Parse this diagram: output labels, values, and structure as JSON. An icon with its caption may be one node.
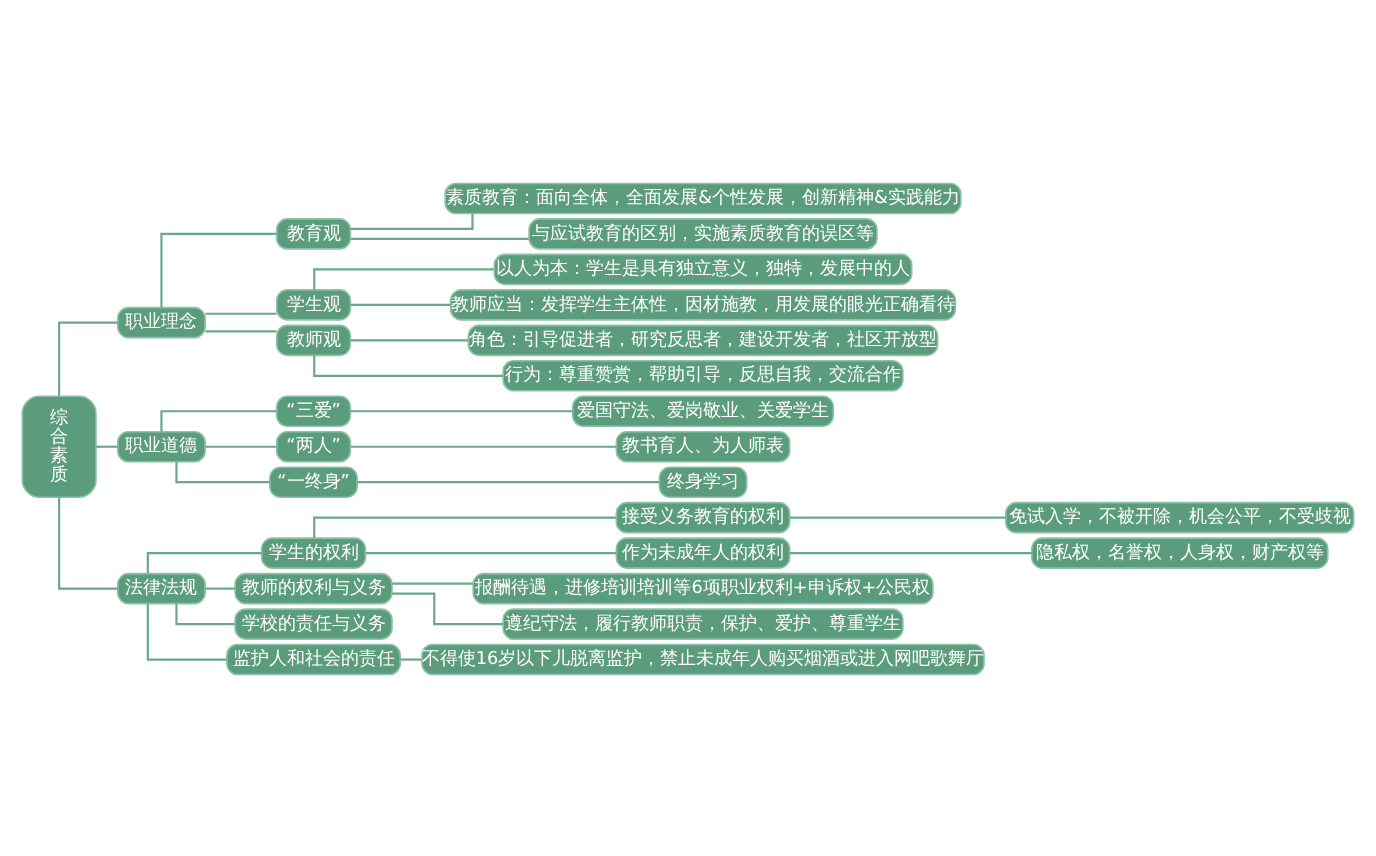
{
  "diagram": {
    "nodes": [
      {
        "text": [
          "综合素质"
        ]
      },
      {
        "text": [
          "职业理念"
        ]
      },
      {
        "text": [
          "教育观"
        ]
      },
      {
        "text": [
          "素质教育：面向全体，全面发展&个性发展，创新精神&实践能力"
        ]
      },
      {
        "text": [
          "与应试教育的区别，实施素质教育的误区等"
        ]
      },
      {
        "text": [
          "学生观"
        ]
      },
      {
        "text": [
          "以人为本：学生是具有独立意义，独特，发展中的人"
        ]
      },
      {
        "text": [
          "教师应当：发挥学生主体性，因材施教，用发展的眼光正确看待"
        ]
      },
      {
        "text": [
          "教师观"
        ]
      },
      {
        "text": [
          "角色：引导促进者，研究反思者，建设开发者，社区开放型"
        ]
      },
      {
        "text": [
          "行为：尊重赞赏，帮助引导，反思自我，交流合作"
        ]
      },
      {
        "text": [
          "职业道德"
        ]
      },
      {
        "text": [
          "“三爱”"
        ]
      },
      {
        "text": [
          "爱国守法、爱岗敬业、关爱学生"
        ]
      },
      {
        "text": [
          "“两人”"
        ]
      },
      {
        "text": [
          "教书育人、为人师表"
        ]
      },
      {
        "text": [
          "“一终身”"
        ]
      },
      {
        "text": [
          "终身学习"
        ]
      },
      {
        "text": [
          "法律法规"
        ]
      },
      {
        "text": [
          "学生的权利"
        ]
      },
      {
        "text": [
          "接受义务教育的权利"
        ]
      },
      {
        "text": [
          "免试入学，不被开除，机会公平，不受歧视"
        ]
      },
      {
        "text": [
          "作为未成年人的权利"
        ]
      },
      {
        "text": [
          "隐私权，名誉权，人身权，财产权等"
        ]
      },
      {
        "text": [
          "教师的权利与义务"
        ]
      },
      {
        "text": [
          "报酬待遇，进修培训培训等6项职业权利+申诉权+公民权"
        ]
      },
      {
        "text": [
          "遵纪守法，履行教师职责，保护、爱护、尊重学生"
        ]
      },
      {
        "text": [
          "学校的责任与义务"
        ]
      },
      {
        "text": [
          "监护人和社会的责任"
        ]
      },
      {
        "text": [
          "不得使16岁以下儿脱离监护，禁止未成年人购买烟酒或进入网吧歌舞厅"
        ]
      }
    ],
    "edges": [
      {
        "from": 0,
        "to": 1,
        "arrow": "none"
      },
      {
        "from": 1,
        "to": 2,
        "arrow": "none"
      },
      {
        "from": 2,
        "to": 3,
        "arrow": "none"
      },
      {
        "from": 2,
        "to": 4,
        "arrow": "none"
      },
      {
        "from": 1,
        "to": 5,
        "arrow": "none"
      },
      {
        "from": 5,
        "to": 6,
        "arrow": "none"
      },
      {
        "from": 5,
        "to": 7,
        "arrow": "none"
      },
      {
        "from": 1,
        "to": 8,
        "arrow": "none"
      },
      {
        "from": 8,
        "to": 9,
        "arrow": "none"
      },
      {
        "from": 8,
        "to": 10,
        "arrow": "none"
      },
      {
        "from": 0,
        "to": 11,
        "arrow": "none"
      },
      {
        "from": 11,
        "to": 12,
        "arrow": "none"
      },
      {
        "from": 12,
        "to": 13,
        "arrow": "none"
      },
      {
        "from": 11,
        "to": 14,
        "arrow": "none"
      },
      {
        "from": 14,
        "to": 15,
        "arrow": "none"
      },
      {
        "from": 11,
        "to": 16,
        "arrow": "none"
      },
      {
        "from": 16,
        "to": 17,
        "arrow": "none"
      },
      {
        "from": 0,
        "to": 18,
        "arrow": "none"
      },
      {
        "from": 18,
        "to": 19,
        "arrow": "none"
      },
      {
        "from": 19,
        "to": 20,
        "arrow": "none"
      },
      {
        "from": 20,
        "to": 21,
        "arrow": "none"
      },
      {
        "from": 19,
        "to": 22,
        "arrow": "none"
      },
      {
        "from": 22,
        "to": 23,
        "arrow": "none"
      },
      {
        "from": 18,
        "to": 24,
        "arrow": "none"
      },
      {
        "from": 24,
        "to": 25,
        "arrow": "none"
      },
      {
        "from": 24,
        "to": 26,
        "arrow": "none"
      },
      {
        "from": 18,
        "to": 27,
        "arrow": "none"
      },
      {
        "from": 18,
        "to": 28,
        "arrow": "none"
      },
      {
        "from": 28,
        "to": 29,
        "arrow": "none"
      }
    ]
  }
}
